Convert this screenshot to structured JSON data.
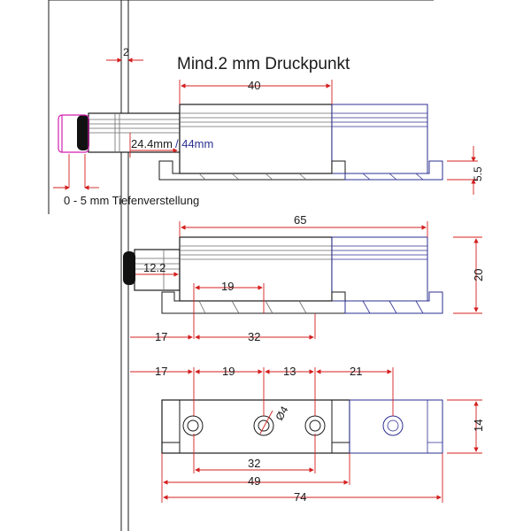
{
  "title": "Mind.2 mm Druckpunkt",
  "dims": {
    "d2": "2",
    "d40": "40",
    "d24": "24.4mm",
    "d44": " / 44mm",
    "d55": "5.5",
    "depth": "0 - 5 mm Tiefenverstellung",
    "d65": "65",
    "d122": "12.2",
    "d20": "20",
    "d19a": "19",
    "d17a": "17",
    "d32a": "32",
    "d17b": "17",
    "d19b": "19",
    "d13": "13",
    "d21": "21",
    "dia4": "Ø4",
    "d14": "14",
    "d32b": "32",
    "d49": "49",
    "d74": "74"
  },
  "colors": {
    "dimension": "#d42020",
    "outline": "#1a1a1a",
    "extension": "#2b2f8f",
    "depth_marker": "#d21fb0"
  }
}
